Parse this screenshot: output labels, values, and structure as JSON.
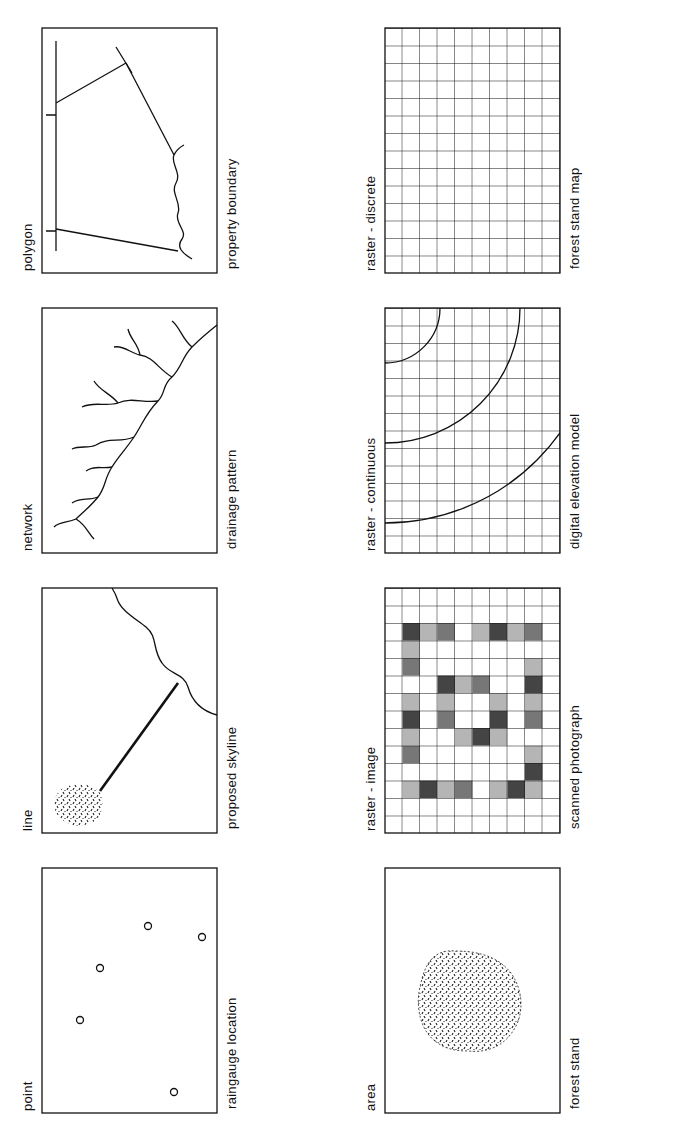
{
  "diagram": {
    "nodes": [
      {
        "text": [
          "point",
          "raingauge location"
        ]
      },
      {
        "text": [
          "line",
          "proposed skyline"
        ]
      },
      {
        "text": [
          "network",
          "drainage pattern"
        ]
      },
      {
        "text": [
          "polygon",
          "property boundary"
        ]
      },
      {
        "text": [
          "area",
          "forest stand"
        ]
      },
      {
        "text": [
          "raster - image",
          "scanned photograph"
        ]
      },
      {
        "text": [
          "raster - continuous",
          "digital elevation model"
        ]
      },
      {
        "text": [
          "raster - discrete",
          "forest stand map"
        ]
      }
    ]
  }
}
